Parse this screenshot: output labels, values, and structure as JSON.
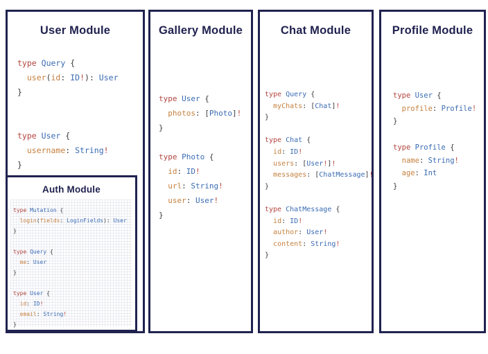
{
  "colors": {
    "border": "#20224f",
    "title": "#20224f",
    "keyword": "#b2453e",
    "type": "#3a6bb3",
    "field": "#c5803f",
    "punct": "#3b3b3b",
    "bang": "#b2453e"
  },
  "modules": [
    {
      "title": "User Module",
      "code": [
        [
          [
            "k",
            "type"
          ],
          [
            "p",
            " "
          ],
          [
            "t",
            "Query"
          ],
          [
            "p",
            " {"
          ]
        ],
        [
          [
            "p",
            "  "
          ],
          [
            "f",
            "user"
          ],
          [
            "p",
            "("
          ],
          [
            "f",
            "id"
          ],
          [
            "p",
            ": "
          ],
          [
            "t",
            "ID"
          ],
          [
            "b",
            "!"
          ],
          [
            "p",
            "): "
          ],
          [
            "t",
            "User"
          ]
        ],
        [
          [
            "p",
            "}"
          ]
        ],
        [],
        [],
        [
          [
            "k",
            "type"
          ],
          [
            "p",
            " "
          ],
          [
            "t",
            "User"
          ],
          [
            "p",
            " {"
          ]
        ],
        [
          [
            "p",
            "  "
          ],
          [
            "f",
            "username"
          ],
          [
            "p",
            ": "
          ],
          [
            "t",
            "String"
          ],
          [
            "b",
            "!"
          ]
        ],
        [
          [
            "p",
            "}"
          ]
        ]
      ]
    },
    {
      "title": "Gallery Module",
      "code": [
        [
          [
            "k",
            "type"
          ],
          [
            "p",
            " "
          ],
          [
            "t",
            "User"
          ],
          [
            "p",
            " {"
          ]
        ],
        [
          [
            "p",
            "  "
          ],
          [
            "f",
            "photos"
          ],
          [
            "p",
            ": ["
          ],
          [
            "t",
            "Photo"
          ],
          [
            "p",
            "]"
          ],
          [
            "b",
            "!"
          ]
        ],
        [
          [
            "p",
            "}"
          ]
        ],
        [],
        [
          [
            "k",
            "type"
          ],
          [
            "p",
            " "
          ],
          [
            "t",
            "Photo"
          ],
          [
            "p",
            " {"
          ]
        ],
        [
          [
            "p",
            "  "
          ],
          [
            "f",
            "id"
          ],
          [
            "p",
            ": "
          ],
          [
            "t",
            "ID"
          ],
          [
            "b",
            "!"
          ]
        ],
        [
          [
            "p",
            "  "
          ],
          [
            "f",
            "url"
          ],
          [
            "p",
            ": "
          ],
          [
            "t",
            "String"
          ],
          [
            "b",
            "!"
          ]
        ],
        [
          [
            "p",
            "  "
          ],
          [
            "f",
            "user"
          ],
          [
            "p",
            ": "
          ],
          [
            "t",
            "User"
          ],
          [
            "b",
            "!"
          ]
        ],
        [
          [
            "p",
            "}"
          ]
        ]
      ]
    },
    {
      "title": "Chat Module",
      "code": [
        [
          [
            "k",
            "type"
          ],
          [
            "p",
            " "
          ],
          [
            "t",
            "Query"
          ],
          [
            "p",
            " {"
          ]
        ],
        [
          [
            "p",
            "  "
          ],
          [
            "f",
            "myChats"
          ],
          [
            "p",
            ": ["
          ],
          [
            "t",
            "Chat"
          ],
          [
            "p",
            "]"
          ],
          [
            "b",
            "!"
          ]
        ],
        [
          [
            "p",
            "}"
          ]
        ],
        [],
        [
          [
            "k",
            "type"
          ],
          [
            "p",
            " "
          ],
          [
            "t",
            "Chat"
          ],
          [
            "p",
            " {"
          ]
        ],
        [
          [
            "p",
            "  "
          ],
          [
            "f",
            "id"
          ],
          [
            "p",
            ": "
          ],
          [
            "t",
            "ID"
          ],
          [
            "b",
            "!"
          ]
        ],
        [
          [
            "p",
            "  "
          ],
          [
            "f",
            "users"
          ],
          [
            "p",
            ": ["
          ],
          [
            "t",
            "User"
          ],
          [
            "b",
            "!"
          ],
          [
            "p",
            "]"
          ],
          [
            "b",
            "!"
          ]
        ],
        [
          [
            "p",
            "  "
          ],
          [
            "f",
            "messages"
          ],
          [
            "p",
            ": ["
          ],
          [
            "t",
            "ChatMessage"
          ],
          [
            "p",
            "]"
          ],
          [
            "b",
            "!"
          ]
        ],
        [
          [
            "p",
            "}"
          ]
        ],
        [],
        [
          [
            "k",
            "type"
          ],
          [
            "p",
            " "
          ],
          [
            "t",
            "ChatMessage"
          ],
          [
            "p",
            " {"
          ]
        ],
        [
          [
            "p",
            "  "
          ],
          [
            "f",
            "id"
          ],
          [
            "p",
            ": "
          ],
          [
            "t",
            "ID"
          ],
          [
            "b",
            "!"
          ]
        ],
        [
          [
            "p",
            "  "
          ],
          [
            "f",
            "author"
          ],
          [
            "p",
            ": "
          ],
          [
            "t",
            "User"
          ],
          [
            "b",
            "!"
          ]
        ],
        [
          [
            "p",
            "  "
          ],
          [
            "f",
            "content"
          ],
          [
            "p",
            ": "
          ],
          [
            "t",
            "String"
          ],
          [
            "b",
            "!"
          ]
        ],
        [
          [
            "p",
            "}"
          ]
        ]
      ]
    },
    {
      "title": "Profile Module",
      "code": [
        [
          [
            "k",
            "type"
          ],
          [
            "p",
            " "
          ],
          [
            "t",
            "User"
          ],
          [
            "p",
            " {"
          ]
        ],
        [
          [
            "p",
            "  "
          ],
          [
            "f",
            "profile"
          ],
          [
            "p",
            ": "
          ],
          [
            "t",
            "Profile"
          ],
          [
            "b",
            "!"
          ]
        ],
        [
          [
            "p",
            "}"
          ]
        ],
        [],
        [
          [
            "k",
            "type"
          ],
          [
            "p",
            " "
          ],
          [
            "t",
            "Profile"
          ],
          [
            "p",
            " {"
          ]
        ],
        [
          [
            "p",
            "  "
          ],
          [
            "f",
            "name"
          ],
          [
            "p",
            ": "
          ],
          [
            "t",
            "String"
          ],
          [
            "b",
            "!"
          ]
        ],
        [
          [
            "p",
            "  "
          ],
          [
            "f",
            "age"
          ],
          [
            "p",
            ": "
          ],
          [
            "t",
            "Int"
          ]
        ],
        [
          [
            "p",
            "}"
          ]
        ]
      ]
    },
    {
      "title": "Auth Module",
      "code": [
        [
          [
            "k",
            "type"
          ],
          [
            "p",
            " "
          ],
          [
            "t",
            "Mutation"
          ],
          [
            "p",
            " {"
          ]
        ],
        [
          [
            "p",
            "  "
          ],
          [
            "f",
            "login"
          ],
          [
            "p",
            "("
          ],
          [
            "f",
            "fields"
          ],
          [
            "p",
            ": "
          ],
          [
            "t",
            "LoginFields"
          ],
          [
            "p",
            "): "
          ],
          [
            "t",
            "User"
          ]
        ],
        [
          [
            "p",
            "}"
          ]
        ],
        [],
        [
          [
            "k",
            "type"
          ],
          [
            "p",
            " "
          ],
          [
            "t",
            "Query"
          ],
          [
            "p",
            " {"
          ]
        ],
        [
          [
            "p",
            "  "
          ],
          [
            "f",
            "me"
          ],
          [
            "p",
            ": "
          ],
          [
            "t",
            "User"
          ]
        ],
        [
          [
            "p",
            "}"
          ]
        ],
        [],
        [
          [
            "k",
            "type"
          ],
          [
            "p",
            " "
          ],
          [
            "t",
            "User"
          ],
          [
            "p",
            " {"
          ]
        ],
        [
          [
            "p",
            "  "
          ],
          [
            "f",
            "id"
          ],
          [
            "p",
            ": "
          ],
          [
            "t",
            "ID"
          ],
          [
            "b",
            "!"
          ]
        ],
        [
          [
            "p",
            "  "
          ],
          [
            "f",
            "email"
          ],
          [
            "p",
            ": "
          ],
          [
            "t",
            "String"
          ],
          [
            "b",
            "!"
          ]
        ],
        [
          [
            "p",
            "}"
          ]
        ]
      ]
    }
  ]
}
